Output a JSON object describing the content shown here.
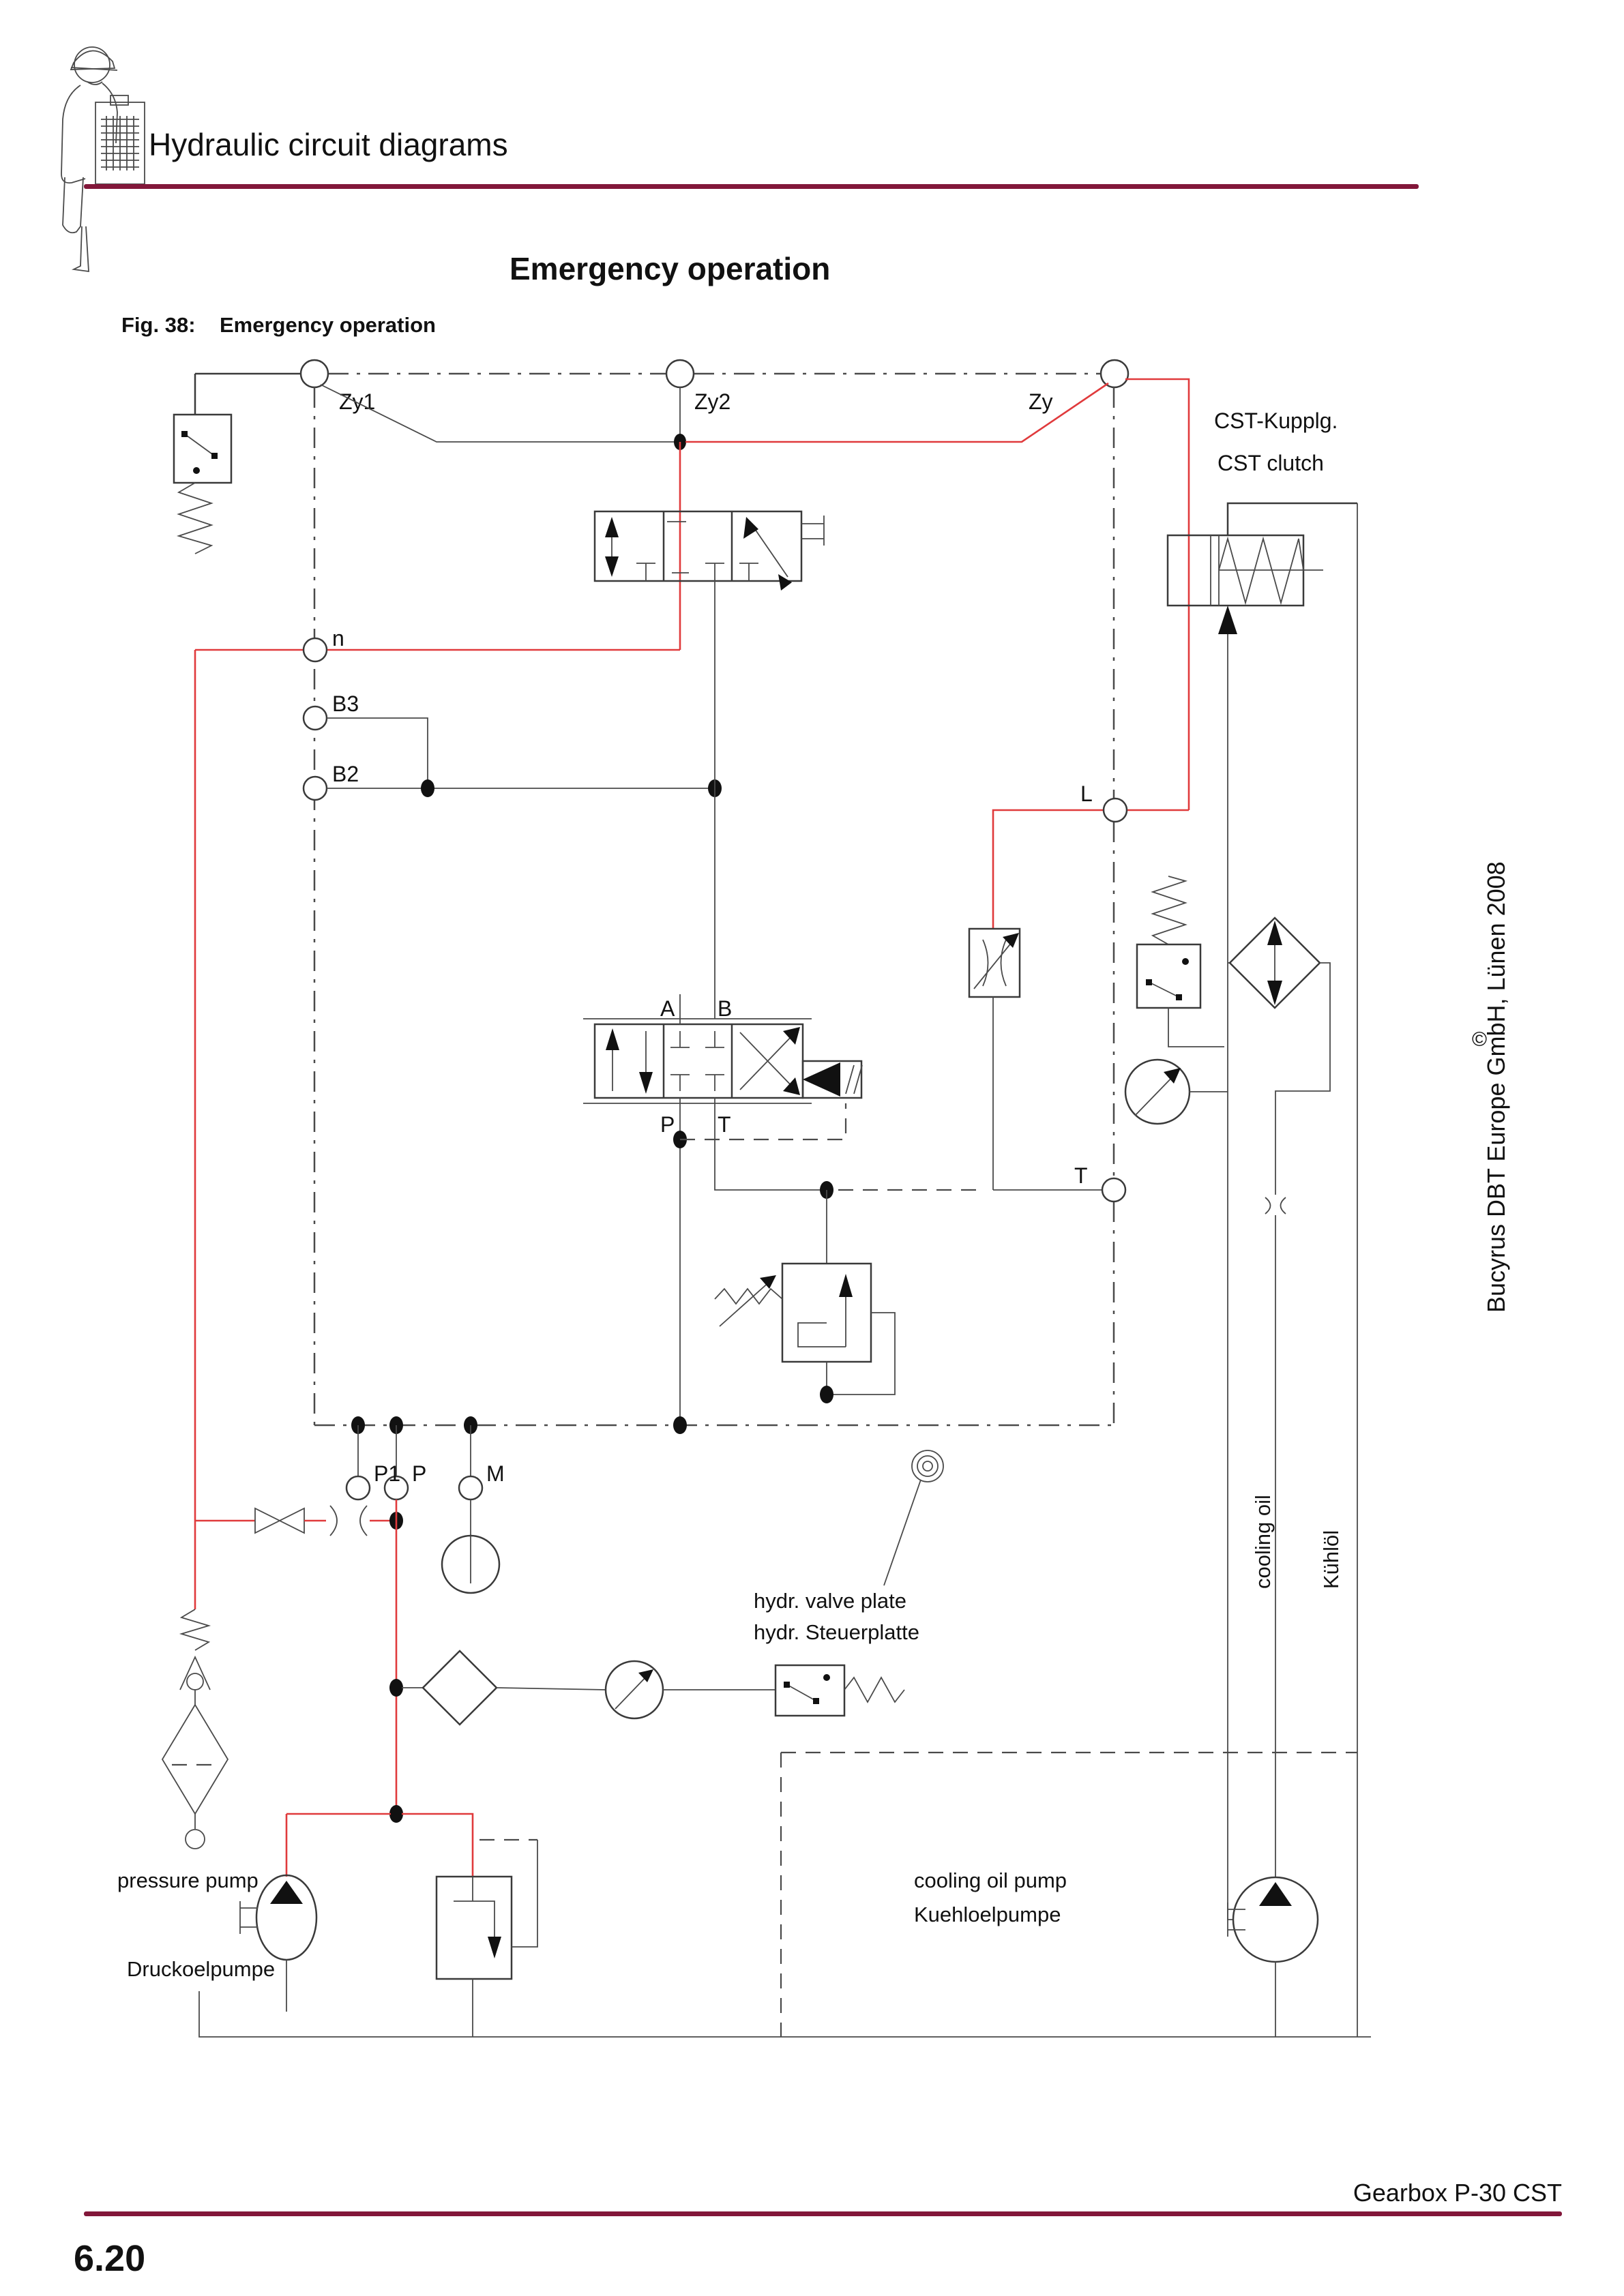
{
  "header": {
    "title": "Hydraulic circuit diagrams"
  },
  "figure": {
    "page_title": "Emergency operation",
    "fig_label": "Fig. 38:",
    "fig_title": "Emergency operation"
  },
  "footer": {
    "page_number": "6.20",
    "doc_title": "Gearbox P-30 CST"
  },
  "sidebar": {
    "copyright_symbol": "©",
    "copyright_text": "Bucyrus DBT Europe GmbH, Lünen 2008"
  },
  "colors": {
    "rule_maroon": "#82173a",
    "copyright_red": "#a81e40",
    "pressure_line_red": "#e03a3c",
    "line_black": "#3a3a3a"
  },
  "diagram": {
    "labels": {
      "zy1": "Zy1",
      "zy2": "Zy2",
      "zy": "Zy",
      "cst_kupplg": "CST-Kupplg.",
      "cst_clutch": "CST clutch",
      "n": "n",
      "b3": "B3",
      "b2": "B2",
      "l_node": "L",
      "port_a": "A",
      "port_b": "B",
      "port_p": "P",
      "port_t": "T",
      "t_node": "T",
      "p1": "P1",
      "p": "P",
      "m": "M",
      "valve_plate_en": "hydr. valve plate",
      "valve_plate_de": "hydr. Steuerplatte",
      "cooling_oil_en": "cooling oil",
      "cooling_oil_de": "Kühlöl",
      "pressure_pump_en": "pressure pump",
      "pressure_pump_de": "Druckoelpumpe",
      "cooling_pump_en": "cooling oil pump",
      "cooling_pump_de": "Kuehloelpumpe"
    }
  }
}
